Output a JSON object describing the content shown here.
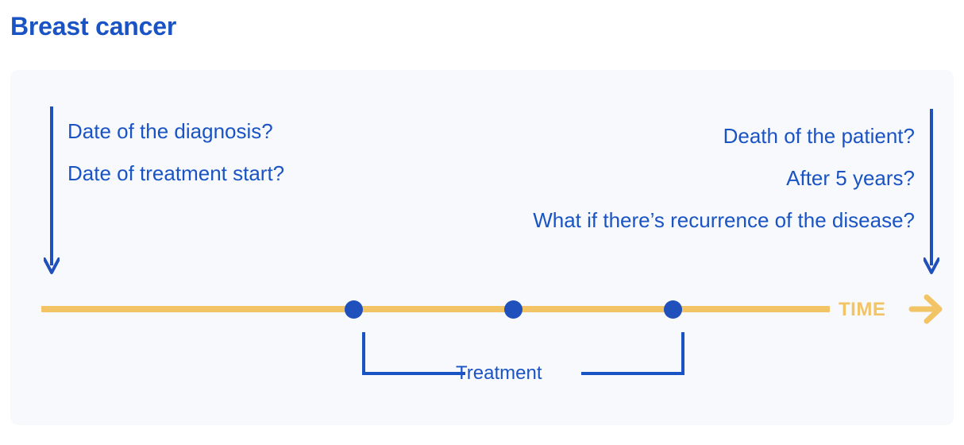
{
  "page": {
    "title": "Breast cancer",
    "title_color": "#1A54C4",
    "panel_background": "#F7F9FC",
    "accent_color": "#F2C465",
    "dot_color": "#1F50BB"
  },
  "questions": {
    "left": [
      "Date of the diagnosis?",
      "Date of treatment start?"
    ],
    "right": [
      "Death of the patient?",
      "After 5 years?",
      "What if there’s recurrence of the disease?"
    ]
  },
  "timeline": {
    "axis_label": "TIME",
    "arrow_icon": "arrow-right-icon",
    "marker_arrow_left_icon": "arrow-down-icon",
    "marker_arrow_right_icon": "arrow-down-icon",
    "events": [
      {
        "id": "event-1",
        "label": ""
      },
      {
        "id": "event-2",
        "label": ""
      },
      {
        "id": "event-3",
        "label": ""
      }
    ],
    "span_label": "Treatment"
  }
}
